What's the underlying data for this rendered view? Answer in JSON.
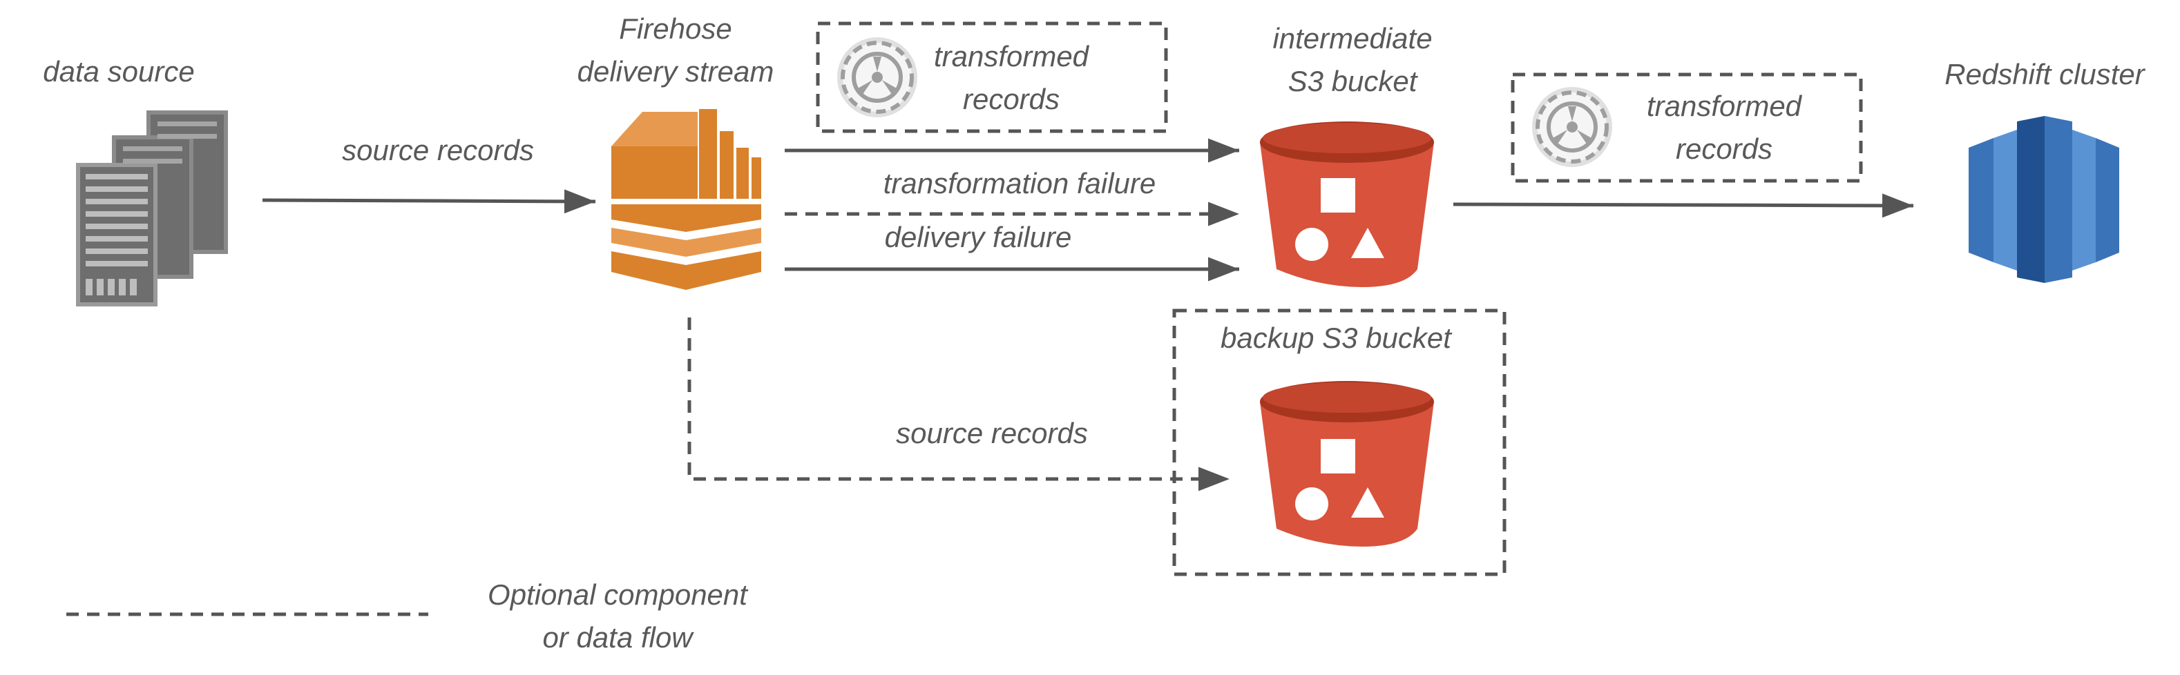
{
  "nodes": {
    "data_source": {
      "label": "data source",
      "icon": "server-rack-icon"
    },
    "firehose": {
      "label_line1": "Firehose",
      "label_line2": "delivery stream",
      "icon": "firehose-icon"
    },
    "transform_top": {
      "label_line1": "transformed",
      "label_line2": "records",
      "icon": "lambda-gear-icon"
    },
    "intermediate_s3": {
      "label_line1": "intermediate",
      "label_line2": "S3 bucket",
      "icon": "s3-bucket-icon"
    },
    "transform_right": {
      "label_line1": "transformed",
      "label_line2": "records",
      "icon": "lambda-gear-icon"
    },
    "redshift": {
      "label": "Redshift cluster",
      "icon": "redshift-icon"
    },
    "backup_s3": {
      "label": "backup S3 bucket",
      "icon": "s3-bucket-icon"
    }
  },
  "flows": {
    "source_records": "source records",
    "transformation_failure": "transformation failure",
    "delivery_failure": "delivery failure",
    "backup_source_records": "source records"
  },
  "legend": {
    "line1": "Optional component",
    "line2": "or data flow"
  },
  "colors": {
    "text": "#595959",
    "arrow": "#555555",
    "dashed_border": "#555555",
    "firehose_orange": "#d9822b",
    "firehose_dark": "#9e5a24",
    "s3_red": "#d9523b",
    "s3_dark": "#a8361f",
    "redshift_blue": "#3b73b9",
    "redshift_dark": "#20508f",
    "server_gray": "#6e6e6e"
  }
}
